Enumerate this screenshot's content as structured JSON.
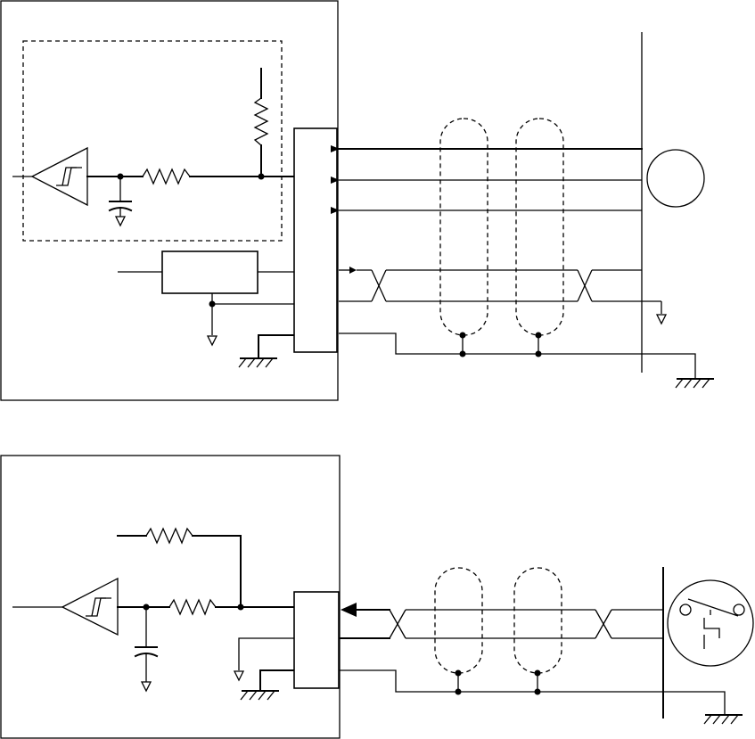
{
  "diagram": {
    "panels": [
      {
        "id": "top",
        "components": [
          "schmitt-trigger",
          "filter-capacitor",
          "series-resistor",
          "pull-up-resistor",
          "driver-block",
          "connector",
          "twisted-pair-cable",
          "cable-shields",
          "encoder-device",
          "ground-symbols"
        ]
      },
      {
        "id": "bottom",
        "components": [
          "schmitt-trigger",
          "filter-capacitor",
          "series-resistor",
          "pull-up-resistor",
          "connector",
          "twisted-pair-cable",
          "cable-shields",
          "switch-device",
          "ground-symbols"
        ]
      }
    ],
    "icons": [
      "schmitt-trigger-icon",
      "capacitor-icon",
      "resistor-icon",
      "ground-icon",
      "chassis-ground-icon",
      "arrow-icon",
      "switch-icon"
    ]
  }
}
